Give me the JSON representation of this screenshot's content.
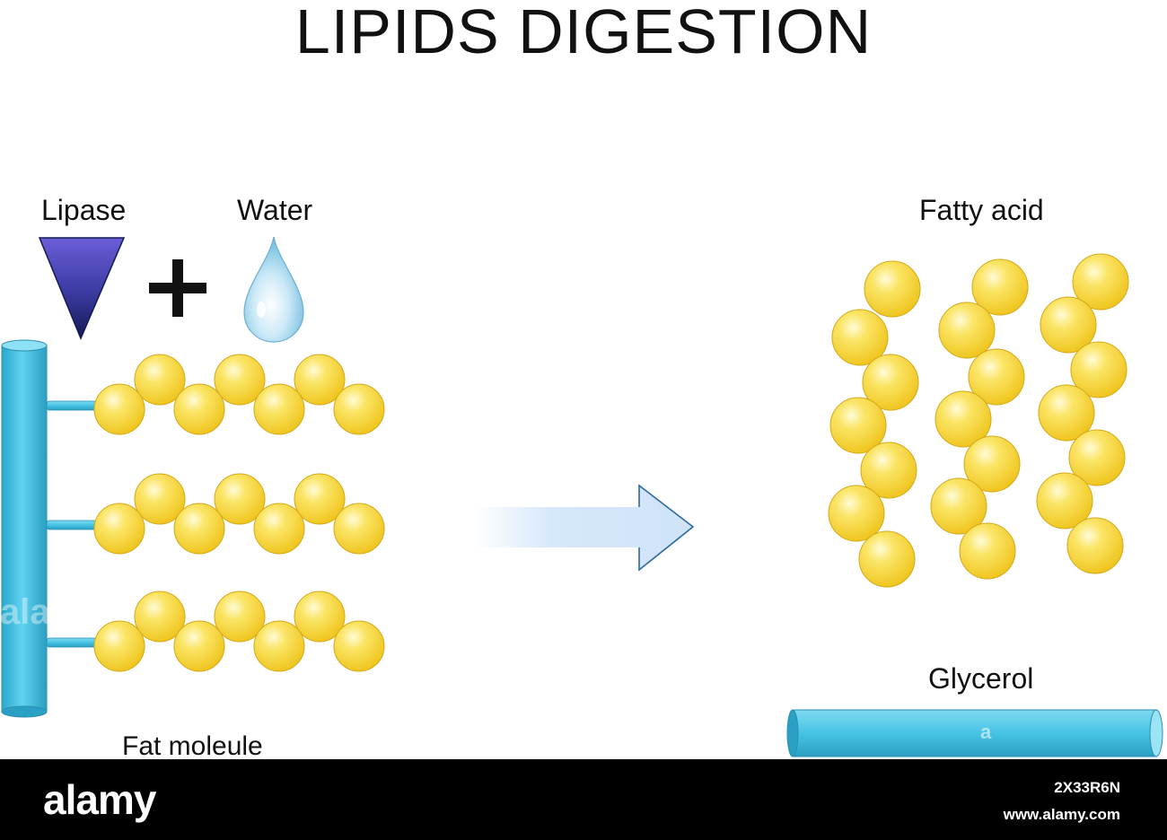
{
  "title": "LIPIDS DIGESTION",
  "labels": {
    "lipase": "Lipase",
    "water": "Water",
    "fatty_acid": "Fatty acid",
    "glycerol": "Glycerol",
    "fat_molecule": "Fat moleule",
    "plus": "+"
  },
  "watermarks": {
    "small": "a",
    "large": "alamy"
  },
  "footer": {
    "logo": "alamy",
    "image_id": "2X33R6N",
    "url": "www.alamy.com"
  },
  "colors": {
    "bead": "#f8dc3a",
    "bead_edge": "#d9b21a",
    "glycerol": "#3ec0e0",
    "glycerol_edge": "#2a9ab8",
    "lipase": "#3a3aa0",
    "arrow": "#cfe3f8",
    "arrow_edge": "#2a6aa0",
    "water": "#a8d8f0"
  }
}
